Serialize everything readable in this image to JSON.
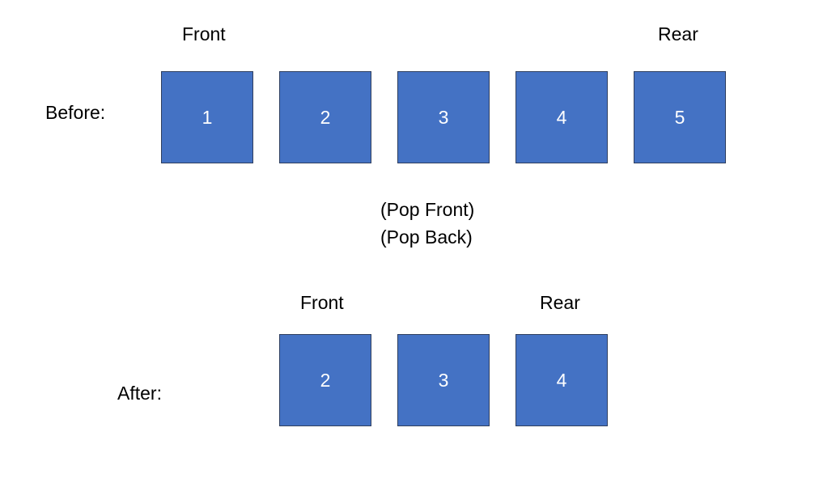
{
  "colors": {
    "box_fill": "#4472C4",
    "box_border": "#2f3f5f",
    "box_text": "#ffffff",
    "text": "#000000"
  },
  "before": {
    "row_label": "Before:",
    "front_label": "Front",
    "rear_label": "Rear",
    "items": [
      "1",
      "2",
      "3",
      "4",
      "5"
    ]
  },
  "operations": {
    "op1": "(Pop Front)",
    "op2": "(Pop Back)"
  },
  "after": {
    "row_label": "After:",
    "front_label": "Front",
    "rear_label": "Rear",
    "items": [
      "2",
      "3",
      "4"
    ]
  }
}
